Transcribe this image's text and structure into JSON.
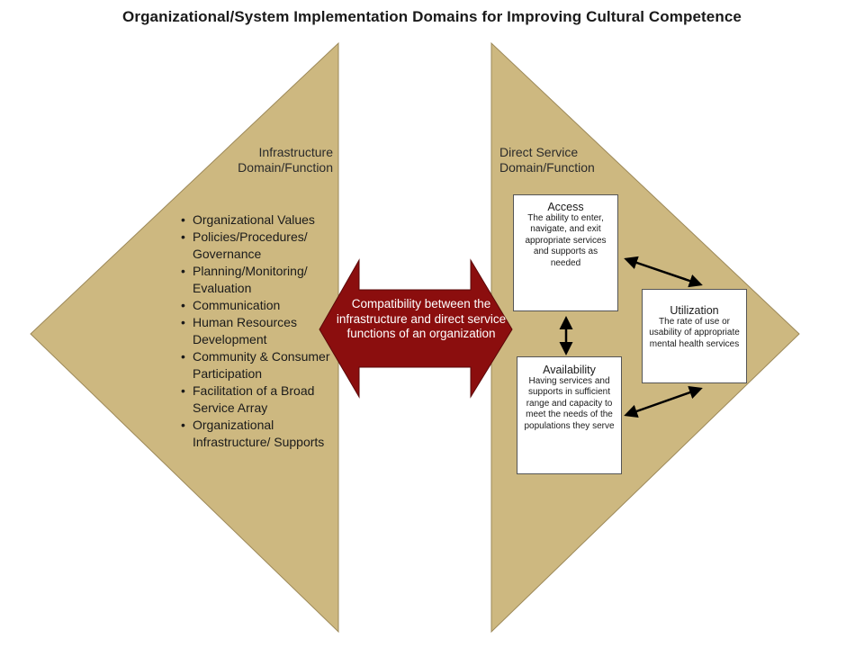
{
  "title": "Organizational/System Implementation Domains for Improving Cultural Competence",
  "colors": {
    "domain_fill": "#cdb880",
    "arrow_fill": "#8b0e0e",
    "connector": "#000000"
  },
  "infrastructure": {
    "heading_line1": "Infrastructure",
    "heading_line2": "Domain/Function",
    "items": [
      "Organizational Values",
      "Policies/Procedures/ Governance",
      "Planning/Monitoring/ Evaluation",
      "Communication",
      "Human Resources Development",
      "Community & Consumer Participation",
      "Facilitation of a Broad Service Array",
      "Organizational Infrastructure/ Supports"
    ]
  },
  "direct_service": {
    "heading_line1": "Direct Service",
    "heading_line2": "Domain/Function"
  },
  "compatibility_arrow": {
    "text": "Compatibility between the infrastructure and direct service functions of an organization"
  },
  "access": {
    "title": "Access",
    "description": "The ability to enter, navigate, and exit appropriate services and supports as needed"
  },
  "utilization": {
    "title": "Utilization",
    "description": "The rate of use or usability of appropriate mental health services"
  },
  "availability": {
    "title": "Availability",
    "description": "Having services and supports in sufficient range and capacity to meet the needs of the populations they serve"
  }
}
